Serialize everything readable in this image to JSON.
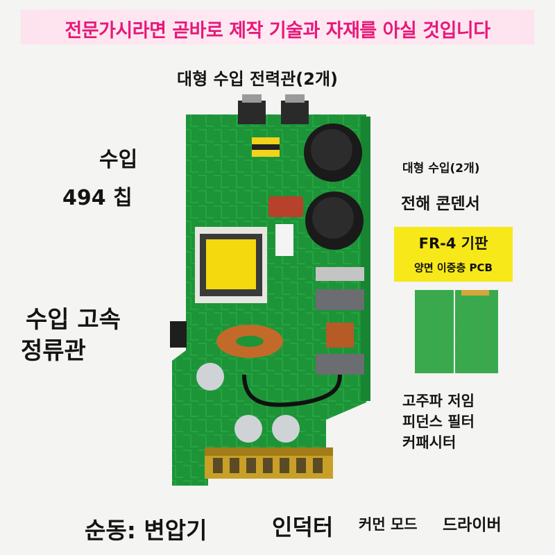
{
  "banner": {
    "text": "전문가시라면 곧바로 제작 기술과 자재를 아실 것입니다"
  },
  "labels": {
    "mosfet": "대형 수입 전력관(2개)",
    "chip_line1": "수입",
    "chip_line2": "494 칩",
    "cap_line1": "대형 수입(2개)",
    "cap_line2": "전해 콘덴서",
    "rectifier_line1": "수입 고속",
    "rectifier_line2": "정류관",
    "hf_cap_line1": "고주파 저임",
    "hf_cap_line2": "피던스 필터",
    "hf_cap_line3": "커패시터",
    "transformer": "순동: 변압기",
    "inductor": "인덕터",
    "common_mode": "커먼 모드",
    "driver": "드라이버"
  },
  "fr4": {
    "title": "FR-4 기판",
    "subtitle": "양면 이중층 PCB"
  },
  "colors": {
    "banner_text": "#e6197a",
    "banner_bg": "#fde3ee",
    "pcb_green": "#1f9a3a",
    "fr4_bg": "#f7e81a"
  }
}
